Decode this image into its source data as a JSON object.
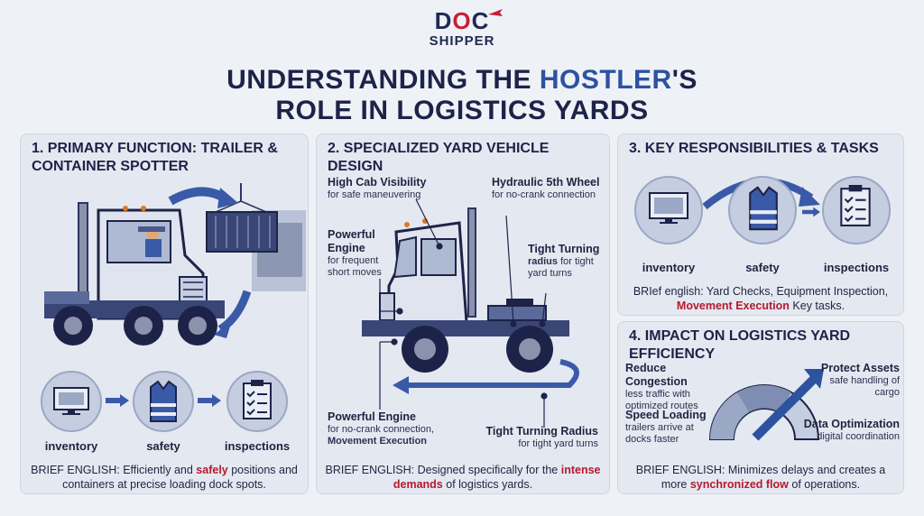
{
  "logo": {
    "top_left": "D",
    "top_o": "O",
    "top_right": "C",
    "bottom": "SHIPPER"
  },
  "title": {
    "line1_a": "UNDERSTANDING THE ",
    "line1_hl": "HOSTLER",
    "line1_b": "'S",
    "line2": "ROLE IN LOGISTICS YARDS"
  },
  "panel1": {
    "title": "1. PRIMARY FUNCTION: TRAILER & CONTAINER SPOTTER",
    "icons": [
      "inventory",
      "safety",
      "inspections"
    ],
    "brief_a": "BRIEF ENGLISH: Efficiently and ",
    "brief_red": "safely",
    "brief_b": " positions and containers at precise loading dock spots."
  },
  "panel2": {
    "title": "2. SPECIALIZED YARD VEHICLE DESIGN",
    "callouts": [
      {
        "head": "High Cab Visibility",
        "sub": "for safe maneuvering"
      },
      {
        "head": "Hydraulic 5th Wheel",
        "sub": "for no-crank connection"
      },
      {
        "head": "Powerful Engine",
        "sub": "for frequent short moves"
      },
      {
        "head": "Tight Turning",
        "sub_head": "radius",
        "sub": "for tight yard turns"
      },
      {
        "head": "Powerful Engine",
        "sub": "for no-crank connection,",
        "sub_bold": "Movement Execution"
      },
      {
        "head": "Tight Turning Radius",
        "sub": "for tight yard turns"
      }
    ],
    "brief_a": "BRIEF ENGLISH: Designed specifically for the ",
    "brief_red": "intense demands",
    "brief_b": " of logistics yards."
  },
  "panel3": {
    "title": "3. KEY RESPONSIBILITIES & TASKS",
    "icons": [
      "inventory",
      "safety",
      "inspections"
    ],
    "brief_a": "BRIef english: Yard Checks, Equipment Inspection,",
    "brief_red": "Movement Execution",
    "brief_b": " Key tasks."
  },
  "panel4": {
    "title": "4. IMPACT ON LOGISTICS YARD EFFICIENCY",
    "items": [
      {
        "head": "Reduce Congestion",
        "sub": "less traffic with optimized routes"
      },
      {
        "head": "Protect Assets",
        "sub": "safe handling of cargo"
      },
      {
        "head": "Speed Loading",
        "sub": "trailers arrive at docks faster"
      },
      {
        "head": "Data Optimization",
        "sub": "digital coordination"
      }
    ],
    "brief_a": "BRIEF ENGLISH: Minimizes delays and creates a more ",
    "brief_red": "synchronized flow",
    "brief_b": " of operations."
  },
  "colors": {
    "navy": "#1d2348",
    "accent_blue": "#2c52a0",
    "red": "#b5192f",
    "panel": "#e4e8f0"
  }
}
